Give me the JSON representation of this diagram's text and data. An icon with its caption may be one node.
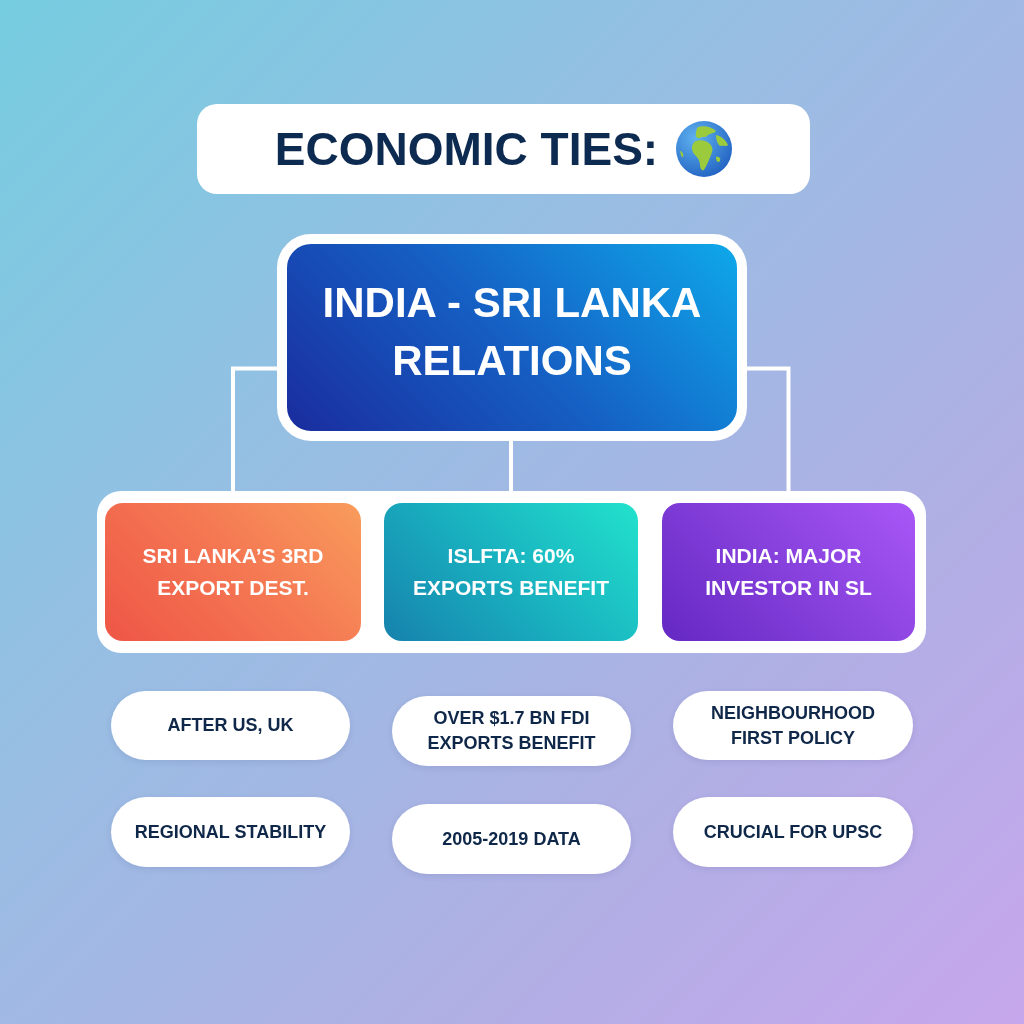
{
  "diagram": {
    "title": "ECONOMIC TIES:",
    "nodes": [
      {
        "text": [
          "INDIA - SRI LANKA RELATIONS"
        ]
      },
      {
        "text": [],
        "shape": "box"
      },
      {
        "text": [
          "SRI LANKA’S 3RD EXPORT DEST."
        ],
        "in": 1
      },
      {
        "text": [
          "ISLFTA: 60% EXPORTS BENEFIT"
        ],
        "in": 1
      },
      {
        "text": [
          "INDIA: MAJOR INVESTOR IN SL"
        ],
        "in": 1
      },
      {
        "text": [
          "AFTER US, UK"
        ]
      },
      {
        "text": [
          "OVER $1.7 BN FDI EXPORTS BENEFIT"
        ]
      },
      {
        "text": [
          "NEIGHBOURHOOD FIRST POLICY"
        ]
      },
      {
        "text": [
          "REGIONAL STABILITY"
        ]
      },
      {
        "text": [
          "2005-2019 DATA"
        ]
      },
      {
        "text": [
          "CRUCIAL FOR UPSC"
        ]
      }
    ],
    "edges": [
      {
        "from": 0,
        "to": 2,
        "arrow": "none"
      },
      {
        "from": 0,
        "to": 3,
        "arrow": "none"
      },
      {
        "from": 0,
        "to": 4,
        "arrow": "none"
      }
    ]
  }
}
